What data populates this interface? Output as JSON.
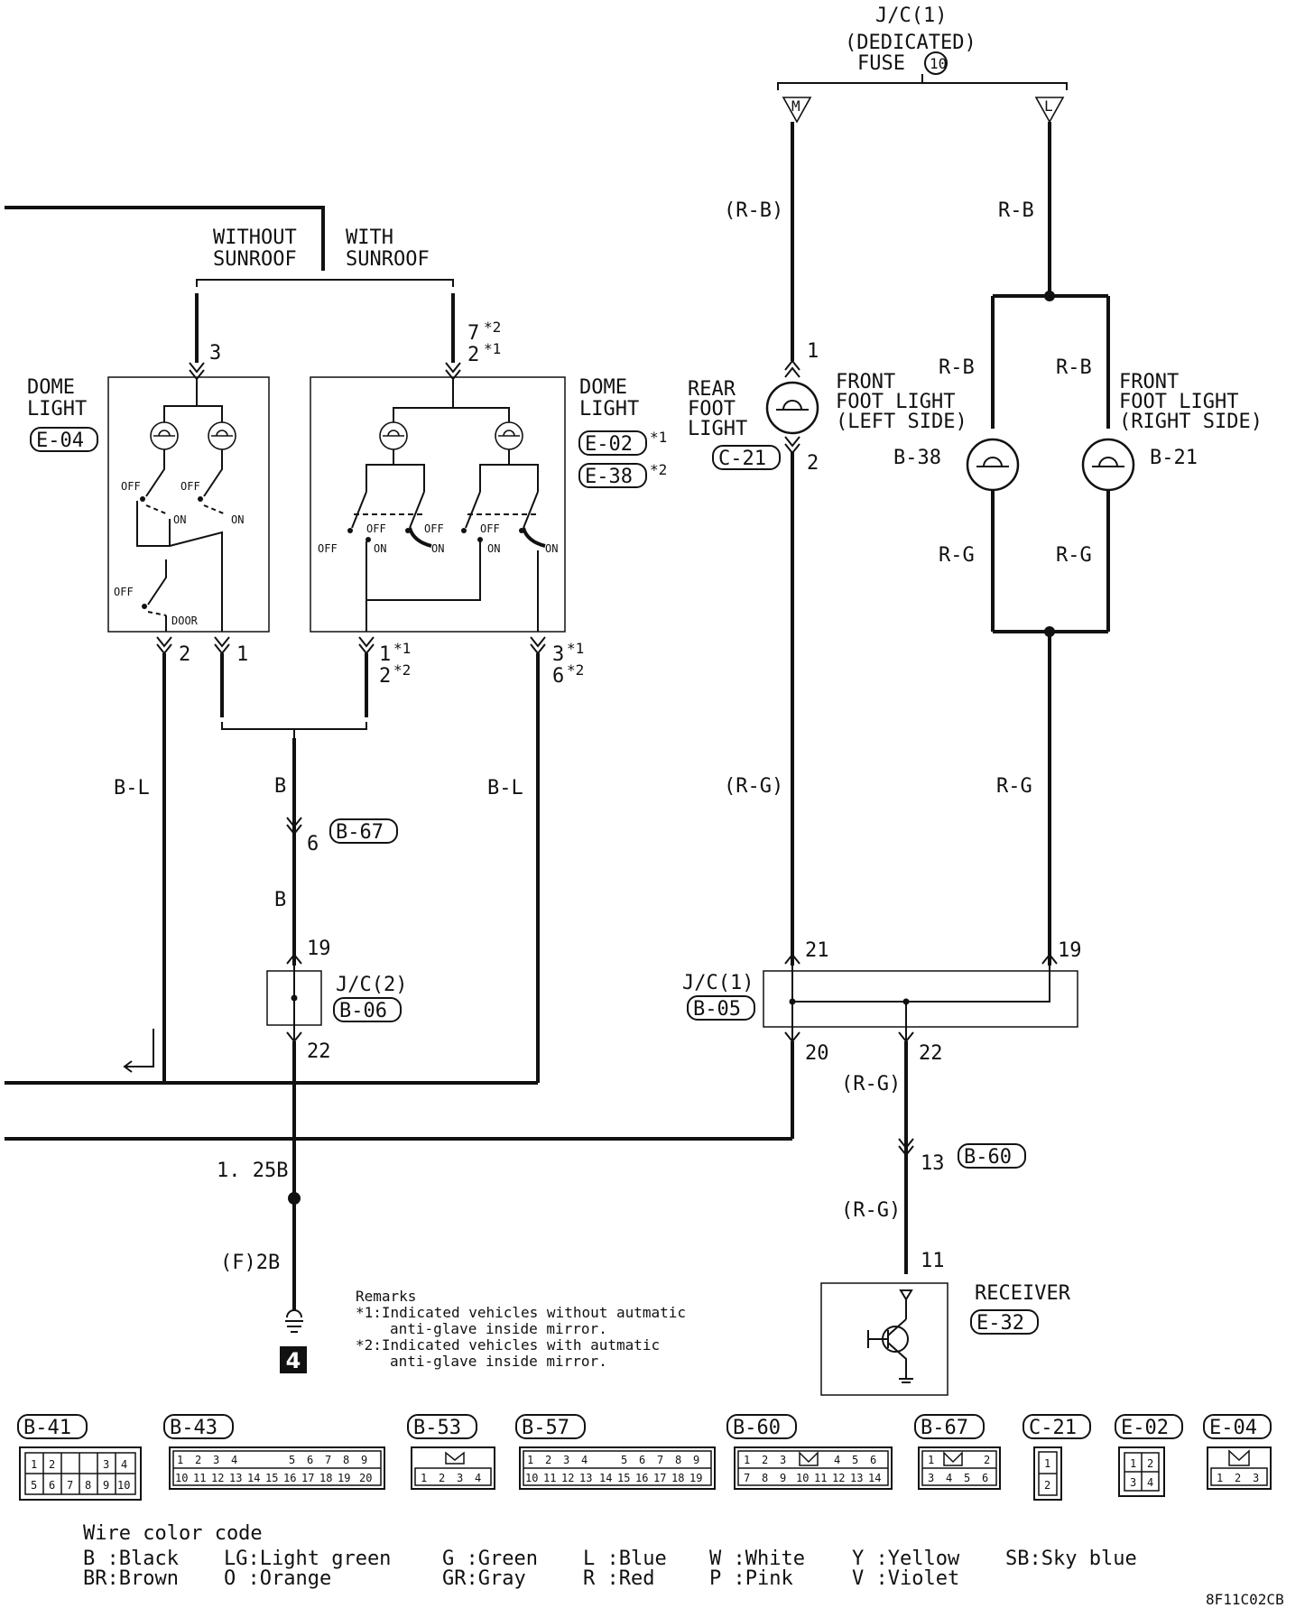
{
  "top": {
    "jc_title": "J/C(1)",
    "dedicated_line1": "(DEDICATED)",
    "dedicated_line2": "FUSE",
    "fuse_number": "10",
    "terminal_m": "M",
    "terminal_l": "L"
  },
  "sunroof": {
    "without_line1": "WITHOUT",
    "without_line2": "SUNROOF",
    "with_line1": "WITH",
    "with_line2": "SUNROOF"
  },
  "dome_light_e04": {
    "title_line1": "DOME",
    "title_line2": "LIGHT",
    "connector": "E-04",
    "pin_top": "3",
    "pin_bottom_left": "2",
    "pin_bottom_right": "1",
    "off1": "OFF",
    "off2": "OFF",
    "on1": "ON",
    "on2": "ON",
    "off3": "OFF",
    "door": "DOOR"
  },
  "dome_light_e02": {
    "title_line1": "DOME",
    "title_line2": "LIGHT",
    "connector1": "E-02",
    "connector1_note": "*1",
    "connector2": "E-38",
    "connector2_note": "*2",
    "pin_top_a": "7",
    "pin_top_a_note": "*2",
    "pin_top_b": "2",
    "pin_top_b_note": "*1",
    "pin_bl_a": "1",
    "pin_bl_a_note": "*1",
    "pin_bl_b": "2",
    "pin_bl_b_note": "*2",
    "pin_br_a": "3",
    "pin_br_a_note": "*1",
    "pin_br_b": "6",
    "pin_br_b_note": "*2",
    "off_a": "OFF",
    "off_b": "OFF",
    "off_c": "OFF",
    "off_d": "OFF",
    "on_a": "ON",
    "on_b": "ON",
    "on_c": "ON",
    "on_d": "ON"
  },
  "wires": {
    "left_bl": "B-L",
    "center_b1": "B",
    "center_b2": "B",
    "right_bl": "B-L",
    "rear_rb": "(R-B)",
    "front_rb": "R-B",
    "front_rb_left": "R-B",
    "front_rb_right": "R-B",
    "front_rg_left": "R-G",
    "front_rg_right": "R-G",
    "rear_rg": "(R-G)",
    "front_rg": "R-G",
    "recv_rg1": "(R-G)",
    "recv_rg2": "(R-G)",
    "ground_125b": "1. 25B",
    "ground_f2b": "(F)2B"
  },
  "b67": {
    "pin": "6",
    "connector": "B-67"
  },
  "jc2": {
    "title": "J/C(2)",
    "connector": "B-06",
    "pin_top": "19",
    "pin_bottom": "22"
  },
  "ground": {
    "number": "4"
  },
  "rear_foot": {
    "line1": "REAR",
    "line2": "FOOT",
    "line3": "LIGHT",
    "connector": "C-21",
    "pin_top": "1",
    "pin_bottom": "2"
  },
  "front_foot_left": {
    "line1": "FRONT",
    "line2": "FOOT LIGHT",
    "line3": "(LEFT SIDE)",
    "connector": "B-38"
  },
  "front_foot_right": {
    "line1": "FRONT",
    "line2": "FOOT LIGHT",
    "line3": "(RIGHT SIDE)",
    "connector": "B-21"
  },
  "jc1": {
    "title": "J/C(1)",
    "connector": "B-05",
    "pin_21": "21",
    "pin_19": "19",
    "pin_20": "20",
    "pin_22": "22"
  },
  "b60": {
    "pin": "13",
    "connector": "B-60"
  },
  "receiver": {
    "title": "RECEIVER",
    "connector": "E-32",
    "pin": "11"
  },
  "remarks": {
    "title": "Remarks",
    "line1": "*1:Indicated vehicles without autmatic",
    "line2": "anti-glave inside mirror.",
    "line3": "*2:Indicated vehicles with autmatic",
    "line4": "anti-glave inside mirror."
  },
  "connectors": [
    {
      "id": "B-41"
    },
    {
      "id": "B-43"
    },
    {
      "id": "B-53"
    },
    {
      "id": "B-57"
    },
    {
      "id": "B-60"
    },
    {
      "id": "B-67"
    },
    {
      "id": "C-21"
    },
    {
      "id": "E-02"
    },
    {
      "id": "E-04"
    }
  ],
  "connector_pins": {
    "b41_top": [
      "1",
      "2",
      "",
      "3",
      "4"
    ],
    "b41_bot": [
      "5",
      "6",
      "7",
      "8",
      "9",
      "10"
    ],
    "b43_top": [
      "1",
      "2",
      "3",
      "4",
      "",
      "5",
      "6",
      "7",
      "8",
      "9"
    ],
    "b43_bot": [
      "10",
      "11",
      "12",
      "13",
      "14",
      "15",
      "16",
      "17",
      "18",
      "19",
      "20"
    ],
    "b53_bot": [
      "1",
      "2",
      "3",
      "4"
    ],
    "b57_top": [
      "1",
      "2",
      "3",
      "4",
      "5",
      "6",
      "7",
      "8",
      "9"
    ],
    "b57_bot": [
      "10",
      "11",
      "12",
      "13",
      "14",
      "15",
      "16",
      "17",
      "18",
      "19"
    ],
    "b60_top": [
      "1",
      "2",
      "3",
      "",
      "4",
      "5",
      "6"
    ],
    "b60_bot": [
      "7",
      "8",
      "9",
      "10",
      "11",
      "12",
      "13",
      "14"
    ],
    "b67_top": [
      "1",
      "",
      "2"
    ],
    "b67_bot": [
      "3",
      "4",
      "5",
      "6"
    ],
    "c21": [
      "1",
      "2"
    ],
    "e02_top": [
      "1",
      "2"
    ],
    "e02_bot": [
      "3",
      "4"
    ],
    "e04_bot": [
      "1",
      "2",
      "3"
    ]
  },
  "wire_color": {
    "title": "Wire color code",
    "row1": [
      "B :Black",
      "LG:Light green",
      "G :Green",
      "L :Blue",
      "W :White",
      "Y :Yellow",
      "SB:Sky blue"
    ],
    "row2": [
      "BR:Brown",
      "O :Orange",
      "GR:Gray",
      "R :Red",
      "P :Pink",
      "V :Violet"
    ]
  },
  "figure_code": "8F11C02CB"
}
